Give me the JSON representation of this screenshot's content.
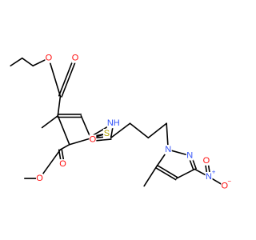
{
  "colors": {
    "carbon_bond": "#000000",
    "oxygen": "#ff0d0d",
    "nitrogen": "#3050f8",
    "sulfur": "#b2a400",
    "background": "#ffffff"
  },
  "atoms": {
    "ester_o_propyl": {
      "label": "O",
      "element": "oxygen"
    },
    "carbonyl_o_propyl": {
      "label": "O",
      "element": "oxygen"
    },
    "amide_nh": {
      "label": "NH",
      "element": "nitrogen"
    },
    "thiophene_s": {
      "label": "S",
      "element": "sulfur"
    },
    "amide_o": {
      "label": "O",
      "element": "oxygen"
    },
    "ester_o_methyl": {
      "label": "O",
      "element": "oxygen"
    },
    "carbonyl_o_methyl": {
      "label": "O",
      "element": "oxygen"
    },
    "pyrazole_n1": {
      "label": "N",
      "element": "nitrogen"
    },
    "pyrazole_n2": {
      "label": "N",
      "element": "nitrogen"
    },
    "nitro_n": {
      "label": "N",
      "element": "nitrogen",
      "charge": "+"
    },
    "nitro_o_top": {
      "label": "O",
      "element": "oxygen"
    },
    "nitro_o_bottom": {
      "label": "O",
      "element": "oxygen",
      "charge": "−"
    }
  }
}
